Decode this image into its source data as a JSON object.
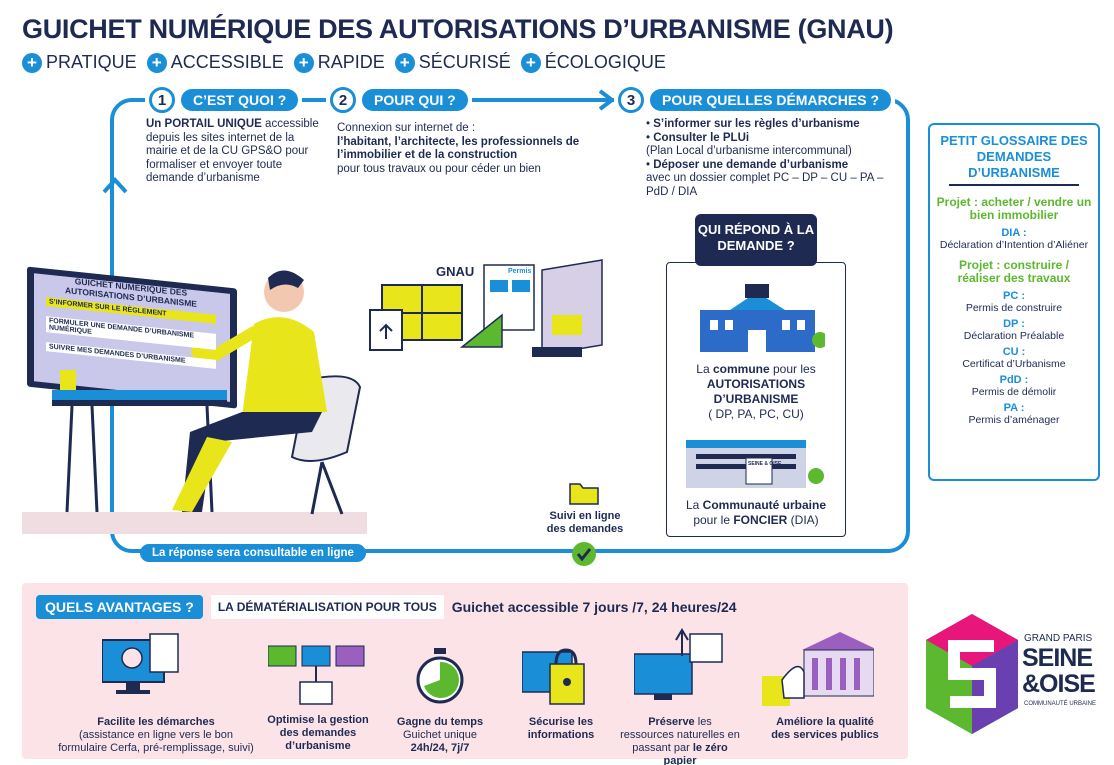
{
  "header": {
    "title": "GUICHET NUMÉRIQUE DES AUTORISATIONS D’URBANISME (GNAU)",
    "tags": [
      "PRATIQUE",
      "ACCESSIBLE",
      "RAPIDE",
      "SÉCURISÉ",
      "ÉCOLOGIQUE"
    ]
  },
  "steps": [
    {
      "number": "1",
      "label": "C’EST QUOI ?",
      "bold": "Un PORTAIL UNIQUE",
      "text": " accessible depuis les sites internet de la mairie et de la CU GPS&O pour formaliser et envoyer toute demande d’urbanisme"
    },
    {
      "number": "2",
      "label": "POUR QUI ?",
      "line1": "Connexion sur internet de :",
      "bold": "l’habitant, l’architecte, les professionnels de l’immobilier et de la construction",
      "line3": "pour tous travaux ou pour céder un bien"
    },
    {
      "number": "3",
      "label": "POUR QUELLES DÉMARCHES ?",
      "items": [
        {
          "bold": "S’informer sur les règles d’urbanisme",
          "text": ""
        },
        {
          "bold": "Consulter le PLUi",
          "text": "(Plan Local d’urbanisme intercommunal)"
        },
        {
          "bold": "Déposer une demande d’urbanisme",
          "text": "avec un dossier complet PC – DP – CU – PA – PdD / DIA"
        }
      ]
    }
  ],
  "screen": {
    "title": "GUICHET NUMÉRIQUE DES AUTORISATIONS D’URBANISME",
    "row1": "S’INFORMER  SUR LE RÈGLEMENT",
    "row2": "FORMULER  UNE DEMANDE D’URBANISME NUMÉRIQUE",
    "row3": "SUIVRE  MES DEMANDES D’URBANISME"
  },
  "gnau_label": "GNAU",
  "permis_label": "Permis",
  "qui_repond": {
    "badge": "QUI RÉPOND À LA DEMANDE ?",
    "commune_pre": "La ",
    "commune_bold": "commune",
    "commune_post": " pour les ",
    "autorisations": "AUTORISATIONS D’URBANISME",
    "autorisations_list": "( DP, PA, PC, CU)",
    "cu_pre": "La ",
    "cu_bold": "Communauté urbaine",
    "cu_post": "pour le ",
    "foncier": "FONCIER",
    "foncier_post": " (DIA)",
    "building_sign": "SEINE & OISE"
  },
  "suivi": "Suivi en ligne des demandes",
  "reponse": "La réponse sera consultable en ligne",
  "glossary": {
    "title": "PETIT GLOSSAIRE DES DEMANDES D’URBANISME",
    "sections": [
      {
        "project": "Projet : acheter / vendre un bien immobilier",
        "entries": [
          {
            "abbr": "DIA :",
            "def": "Déclaration d’Intention d’Aliéner"
          }
        ]
      },
      {
        "project": "Projet : construire / réaliser des travaux",
        "entries": [
          {
            "abbr": "PC :",
            "def": "Permis de construire"
          },
          {
            "abbr": "DP :",
            "def": "Déclaration Préalable"
          },
          {
            "abbr": "CU :",
            "def": "Certificat d’Urbanisme"
          },
          {
            "abbr": "PdD :",
            "def": "Permis de démolir"
          },
          {
            "abbr": "PA :",
            "def": "Permis d’aménager"
          }
        ]
      }
    ]
  },
  "avantages": {
    "title": "QUELS AVANTAGES ?",
    "subtitle": "LA DÉMATÉRIALISATION POUR TOUS",
    "accessible": "Guichet accessible 7 jours /7, 24 heures/24",
    "benefits": [
      {
        "bold": "Facilite les démarches",
        "text": "(assistance en ligne vers le bon formulaire Cerfa, pré-remplissage, suivi)"
      },
      {
        "bold": "Optimise la gestion des demandes d’urbanisme",
        "text": ""
      },
      {
        "bold": "Gagne du temps",
        "text": "Guichet unique",
        "extra": "24h/24, 7j/7"
      },
      {
        "bold": "Sécurise les informations",
        "text": ""
      },
      {
        "bold": "Préserve",
        "text": " les ressources naturelles en passant par ",
        "extra": "le zéro papier"
      },
      {
        "bold": "Améliore la qualité des services publics",
        "text": ""
      }
    ]
  },
  "logo": {
    "line1": "GRAND PARIS",
    "line2": "SEINE",
    "line3": "&OISE",
    "line4": "COMMUNAUTÉ URBAINE"
  },
  "colors": {
    "navy": "#1e2a52",
    "blue": "#1a8fd8",
    "green": "#5cb82e",
    "yellow": "#e8e61a",
    "pink": "#fbe3e8"
  }
}
